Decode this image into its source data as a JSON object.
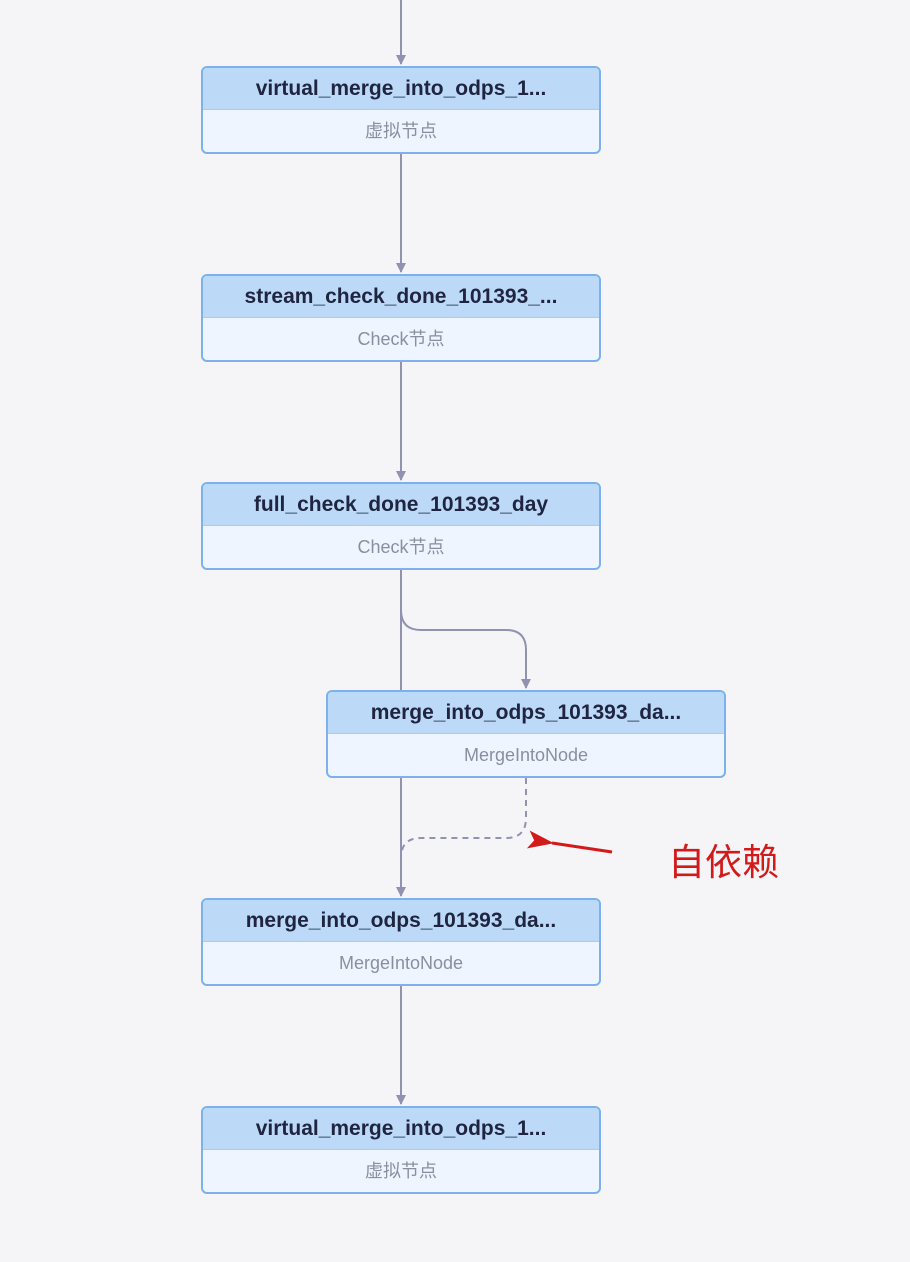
{
  "graph": {
    "nodes": [
      {
        "id": "n1",
        "title": "virtual_merge_into_odps_1...",
        "type": "虚拟节点"
      },
      {
        "id": "n2",
        "title": "stream_check_done_101393_...",
        "type": "Check节点"
      },
      {
        "id": "n3",
        "title": "full_check_done_101393_day",
        "type": "Check节点"
      },
      {
        "id": "n4",
        "title": "merge_into_odps_101393_da...",
        "type": "MergeIntoNode"
      },
      {
        "id": "n5",
        "title": "merge_into_odps_101393_da...",
        "type": "MergeIntoNode"
      },
      {
        "id": "n6",
        "title": "virtual_merge_into_odps_1...",
        "type": "虚拟节点"
      }
    ],
    "edges": [
      {
        "from": "",
        "to": "n1",
        "style": "solid"
      },
      {
        "from": "n1",
        "to": "n2",
        "style": "solid"
      },
      {
        "from": "n2",
        "to": "n3",
        "style": "solid"
      },
      {
        "from": "n3",
        "to": "n4",
        "style": "solid"
      },
      {
        "from": "n3",
        "to": "n5",
        "style": "solid"
      },
      {
        "from": "n4",
        "to": "n5",
        "style": "dashed"
      },
      {
        "from": "n5",
        "to": "n6",
        "style": "solid"
      }
    ]
  },
  "annotation": {
    "text": "自依赖",
    "color": "#d21a1a"
  },
  "colors": {
    "background": "#f5f5f8",
    "edge": "#8f93b0",
    "node_border": "#7db1ee",
    "node_header": "#bcdaf8",
    "node_body": "#eef5fe"
  }
}
